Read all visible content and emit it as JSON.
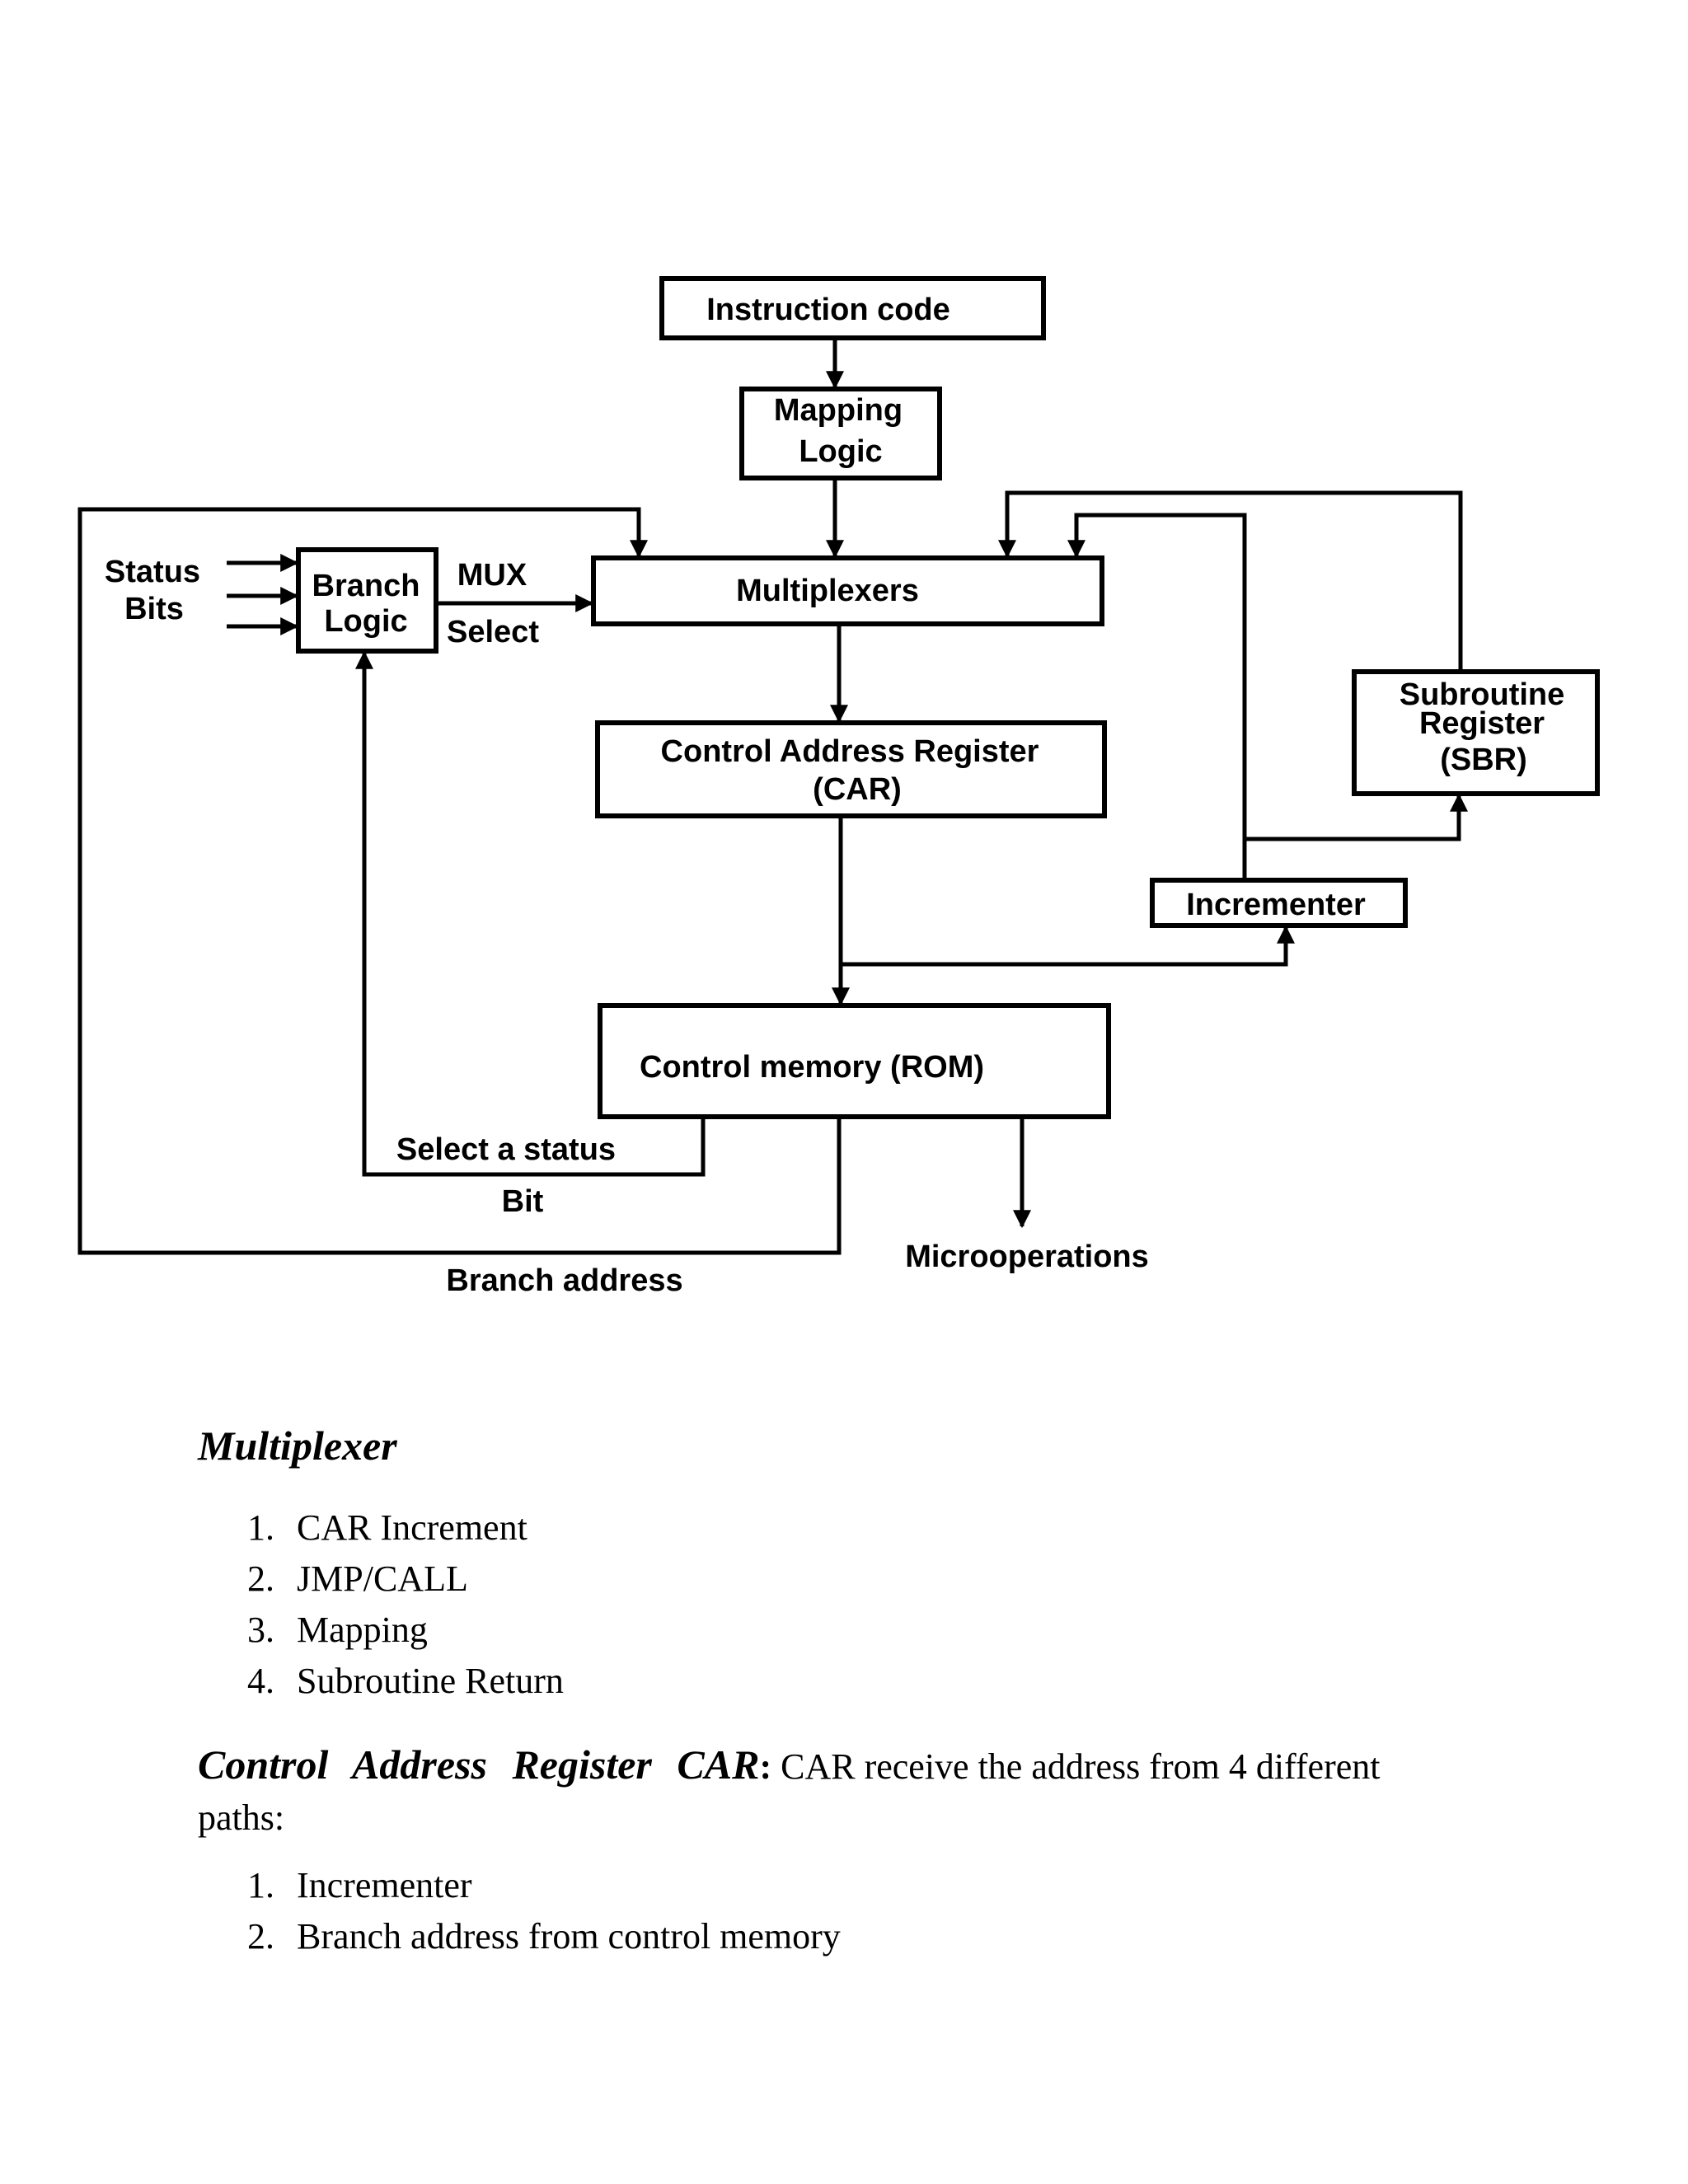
{
  "diagram": {
    "instruction_code": "Instruction code",
    "mapping_logic": [
      "Mapping",
      "Logic"
    ],
    "multiplexers": "Multiplexers",
    "status_bits": [
      "Status",
      "Bits"
    ],
    "branch_logic": [
      "Branch",
      "Logic"
    ],
    "mux_select": [
      "MUX",
      "Select"
    ],
    "car": [
      "Control Address Register",
      "(CAR)"
    ],
    "sbr": [
      "Subroutine",
      "Register",
      "(SBR)"
    ],
    "incrementer": "Incrementer",
    "control_memory": "Control memory (ROM)",
    "select_status_bit": [
      "Select a status",
      "Bit"
    ],
    "branch_address": "Branch address",
    "microoperations": "Microoperations"
  },
  "section1": {
    "heading": "Multiplexer",
    "items": [
      {
        "num": "1.",
        "text": "CAR Increment"
      },
      {
        "num": "2.",
        "text": "JMP/CALL"
      },
      {
        "num": "3.",
        "text": "Mapping"
      },
      {
        "num": "4.",
        "text": "Subroutine Return"
      }
    ]
  },
  "section2": {
    "heading": "Control Address Register CAR",
    "colon": ":",
    "text_line1": " CAR receive the address from 4 different",
    "text_line2": "paths:",
    "items": [
      {
        "num": "1.",
        "text": "Incrementer"
      },
      {
        "num": "2.",
        "text": "Branch address from control memory"
      }
    ]
  }
}
